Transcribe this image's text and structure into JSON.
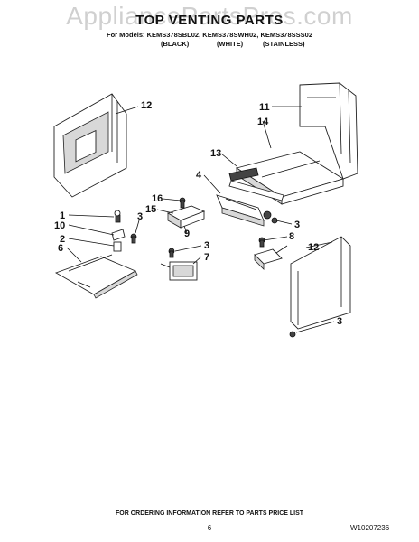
{
  "header": {
    "title": "TOP VENTING PARTS",
    "models": "For Models: KEMS378SBL02, KEMS378SWH02, KEMS378SSS02",
    "variants": [
      "(BLACK)",
      "(WHITE)",
      "(STAINLESS)"
    ]
  },
  "watermark": "AppliancePartsPros.com",
  "callouts": {
    "c1": "1",
    "c2": "2",
    "c3a": "3",
    "c3b": "3",
    "c3c": "3",
    "c3d": "3",
    "c4": "4",
    "c6": "6",
    "c7": "7",
    "c8": "8",
    "c9": "9",
    "c10": "10",
    "c11": "11",
    "c12a": "12",
    "c12b": "12",
    "c13": "13",
    "c14": "14",
    "c15": "15",
    "c16": "16"
  },
  "footer": {
    "note": "FOR ORDERING INFORMATION REFER TO PARTS PRICE LIST",
    "page_number": "6",
    "part_number": "W10207236"
  },
  "colors": {
    "line": "#111111",
    "part_fill": "#ffffff",
    "shade": "#d8d8d8",
    "watermark": "#969696"
  }
}
